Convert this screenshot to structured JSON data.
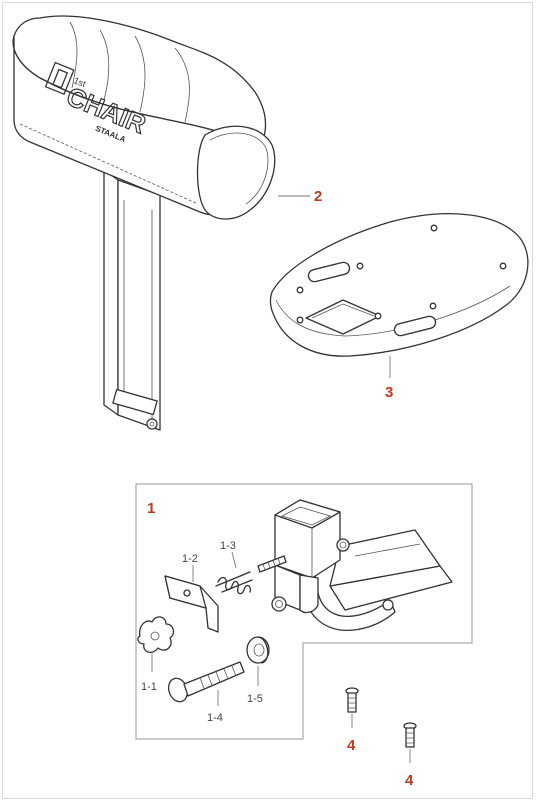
{
  "callouts": {
    "headrest": "2",
    "plate": "3",
    "assembly": "1",
    "screw_a": "4",
    "screw_b": "4",
    "part_1_1": "1-1",
    "part_1_2": "1-2",
    "part_1_3": "1-3",
    "part_1_4": "1-4",
    "part_1_5": "1-5"
  },
  "logo": {
    "brand_prefix": "1st",
    "brand_main": "CHAIR",
    "brand_sub": "STAALA"
  },
  "colors": {
    "callout_red": "#c0391b",
    "line": "#333333",
    "border": "#d9d9d9"
  }
}
